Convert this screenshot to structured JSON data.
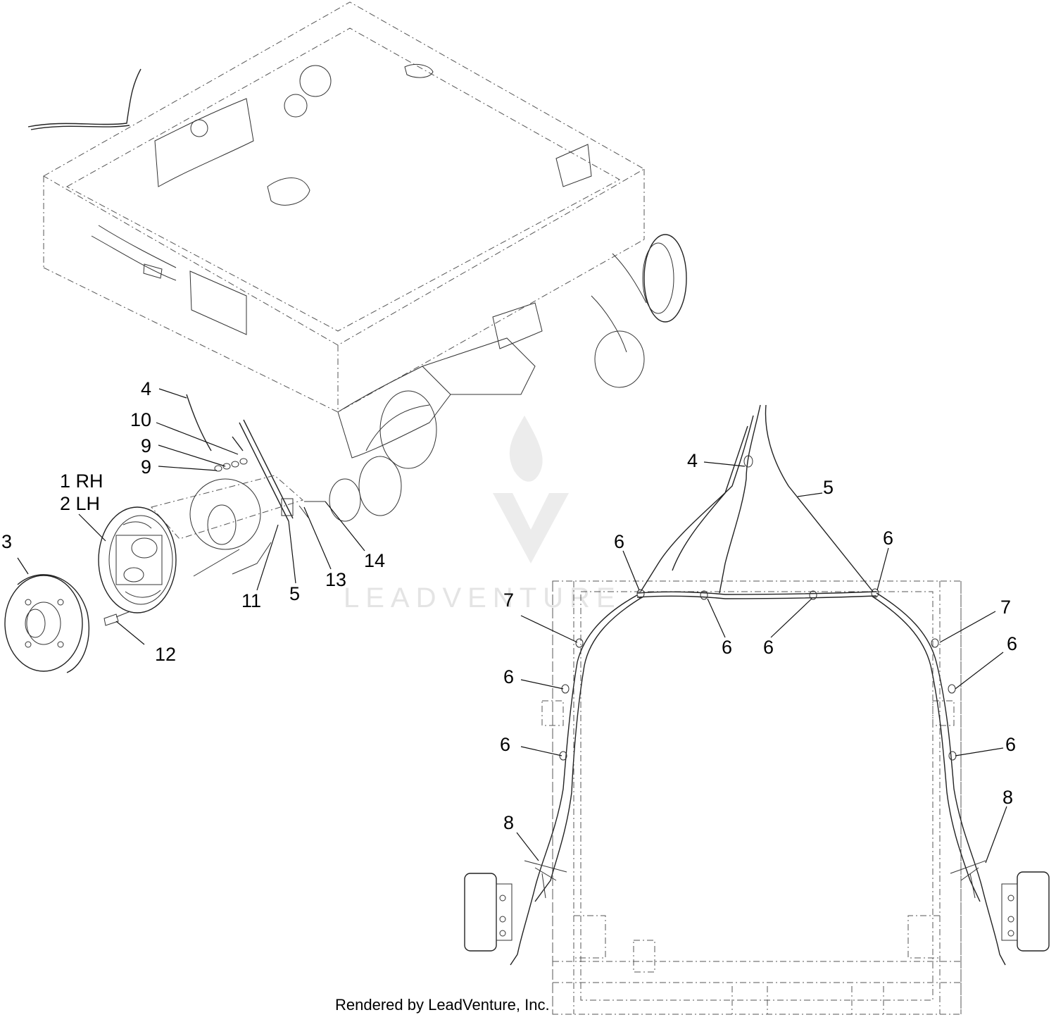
{
  "callouts": {
    "c4": "4",
    "c10": "10",
    "c9a": "9",
    "c9b": "9",
    "c1": "1 RH",
    "c2": "2 LH",
    "c3": "3",
    "c12": "12",
    "c11": "11",
    "c5a": "5",
    "c13": "13",
    "c14": "14",
    "d4": "4",
    "d5": "5",
    "d6a": "6",
    "d6b": "6",
    "d6c": "6",
    "d6d": "6",
    "d6e": "6",
    "d6f": "6",
    "d6g": "6",
    "d6h": "6",
    "d7a": "7",
    "d7b": "7",
    "d8a": "8",
    "d8b": "8"
  },
  "watermark": "LEADVENTURE",
  "footer": {
    "credit": "Rendered by LeadVenture, Inc."
  }
}
